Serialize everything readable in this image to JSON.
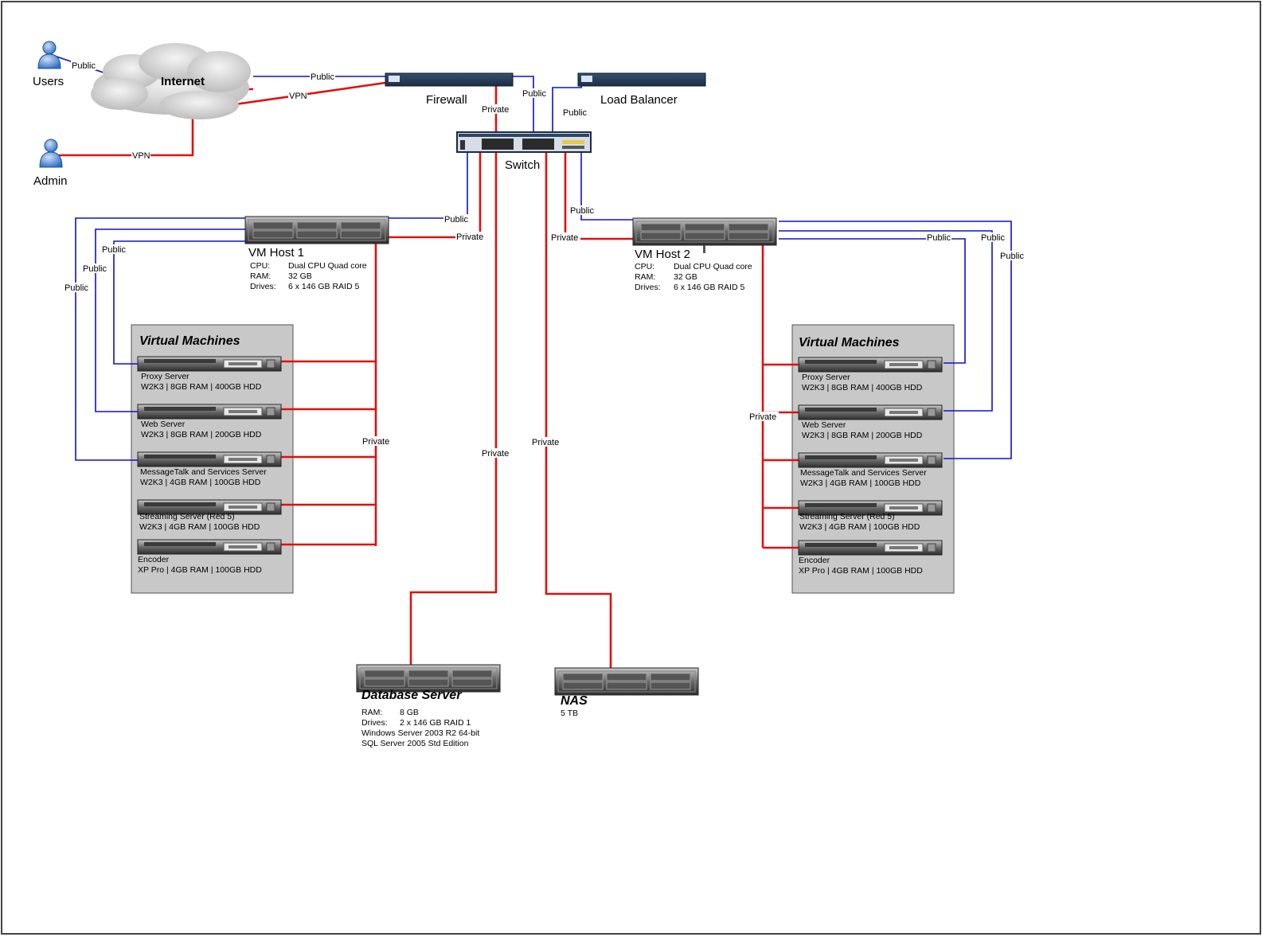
{
  "connection_types": {
    "public": "Public",
    "private": "Private",
    "vpn": "VPN"
  },
  "colors": {
    "public": "#1010c8",
    "private": "#e01010",
    "vm_group_bg": "#c8c8c8"
  },
  "actors": {
    "users": "Users",
    "admin": "Admin"
  },
  "internet": "Internet",
  "devices": {
    "firewall": "Firewall",
    "load_balancer": "Load Balancer",
    "switch": "Switch"
  },
  "hosts": [
    {
      "name": "VM Host 1",
      "specs": [
        {
          "label": "CPU:",
          "value": "Dual CPU Quad core"
        },
        {
          "label": "RAM:",
          "value": "32 GB"
        },
        {
          "label": "Drives:",
          "value": "6 x 146 GB RAID 5"
        }
      ]
    },
    {
      "name": "VM Host 2",
      "specs": [
        {
          "label": "CPU:",
          "value": "Dual CPU Quad core"
        },
        {
          "label": "RAM:",
          "value": "32 GB"
        },
        {
          "label": "Drives:",
          "value": "6 x 146 GB RAID 5"
        }
      ]
    }
  ],
  "vm_groups": [
    {
      "title": "Virtual Machines",
      "vms": [
        {
          "name": "Proxy Server",
          "spec": "W2K3 | 8GB RAM | 400GB HDD"
        },
        {
          "name": "Web Server",
          "spec": "W2K3 | 8GB RAM | 200GB HDD"
        },
        {
          "name": "MessageTalk and Services Server",
          "spec": "W2K3 | 4GB RAM | 100GB HDD"
        },
        {
          "name": "Streaming Server (Red 5)",
          "spec": "W2K3 | 4GB RAM | 100GB HDD"
        },
        {
          "name": "Encoder",
          "spec": "XP Pro | 4GB RAM | 100GB HDD"
        }
      ]
    },
    {
      "title": "Virtual Machines",
      "vms": [
        {
          "name": "Proxy Server",
          "spec": "W2K3 | 8GB RAM | 400GB HDD"
        },
        {
          "name": "Web Server",
          "spec": "W2K3 | 8GB RAM | 200GB HDD"
        },
        {
          "name": "MessageTalk and Services Server",
          "spec": "W2K3 | 4GB RAM | 100GB HDD"
        },
        {
          "name": "Streaming Server (Red 5)",
          "spec": "W2K3 | 4GB RAM | 100GB HDD"
        },
        {
          "name": "Encoder",
          "spec": "XP Pro | 4GB RAM | 100GB HDD"
        }
      ]
    }
  ],
  "database_server": {
    "title": "Database Server",
    "specs": [
      {
        "label": "RAM:",
        "value": "8 GB"
      },
      {
        "label": "Drives:",
        "value": "2 x 146 GB RAID 1"
      }
    ],
    "lines": [
      "Windows Server 2003 R2 64-bit",
      "SQL Server 2005 Std Edition"
    ]
  },
  "nas": {
    "title": "NAS",
    "capacity": "5 TB"
  }
}
